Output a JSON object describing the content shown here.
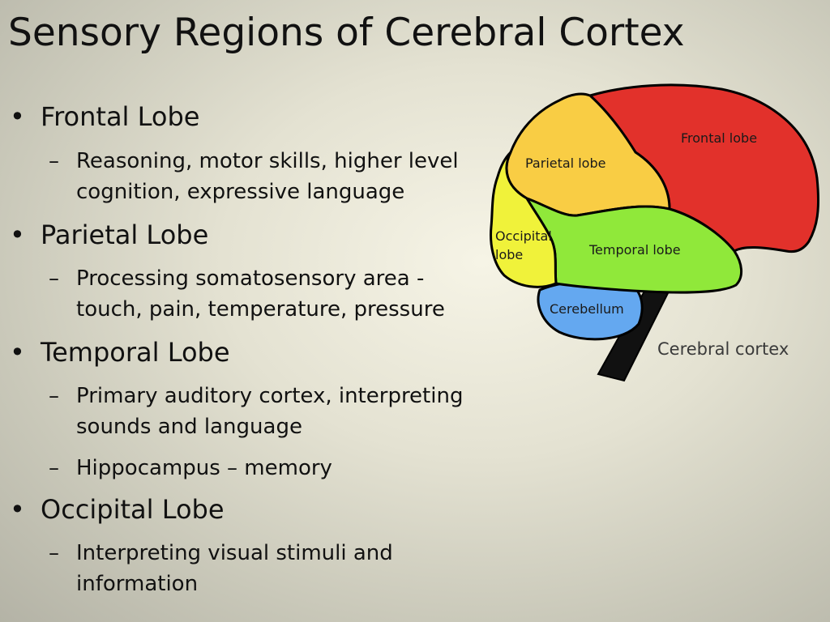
{
  "title": "Sensory Regions of Cerebral Cortex",
  "bullets": [
    {
      "label": "Frontal Lobe",
      "subs": [
        {
          "line1": "Reasoning, motor skills, higher level",
          "line2": "cognition, expressive language"
        }
      ]
    },
    {
      "label": "Parietal Lobe",
      "subs": [
        {
          "line1": "Processing somatosensory area -",
          "line2": "touch, pain, temperature, pressure"
        }
      ]
    },
    {
      "label": "Temporal Lobe",
      "subs": [
        {
          "line1": "Primary auditory cortex, interpreting",
          "line2": "sounds and language"
        },
        {
          "line1": "Hippocampus – memory",
          "line2": ""
        }
      ]
    },
    {
      "label": "Occipital Lobe",
      "subs": [
        {
          "line1": "Interpreting visual stimuli and",
          "line2": "information"
        }
      ]
    }
  ],
  "bullet_char": "•",
  "dash_char": "–",
  "diagram": {
    "frontal_label": "Frontal lobe",
    "parietal_label": "Parietal lobe",
    "occipital_label_1": "Occipital",
    "occipital_label_2": "lobe",
    "temporal_label": "Temporal lobe",
    "cerebellum_label": "Cerebellum",
    "caption": "Cerebral cortex",
    "colors": {
      "frontal": "#e2312b",
      "parietal": "#f9cd44",
      "occipital": "#f0f23a",
      "temporal": "#90e83a",
      "cerebellum": "#64a8f0",
      "brainstem": "#111111"
    }
  }
}
